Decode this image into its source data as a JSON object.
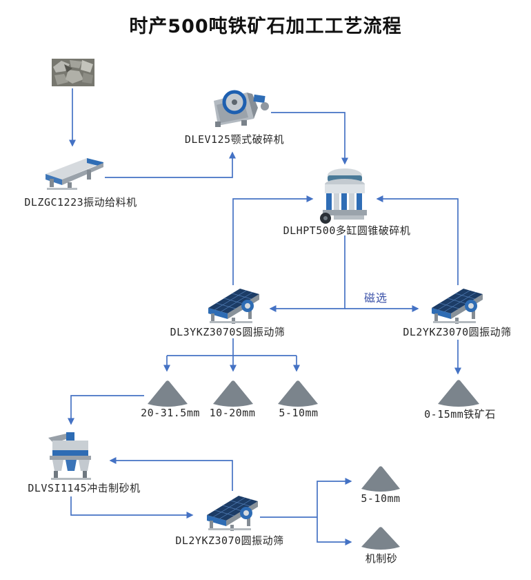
{
  "title": "时产500吨铁矿石加工工艺流程",
  "colors": {
    "accent": "#4472C4",
    "magnetic": "#3B52A8",
    "pile": "#7B848C",
    "label": "#262626"
  },
  "labels": {
    "magnetic_separation": "磁选"
  },
  "machines": {
    "feeder": {
      "label": "DLZGC1223振动给料机"
    },
    "jaw_crusher": {
      "label": "DLEV125颚式破碎机"
    },
    "cone_crusher": {
      "label": "DLHPT500多缸圆锥破碎机"
    },
    "screen_left": {
      "label": "DL3YKZ3070S圆振动筛"
    },
    "screen_right": {
      "label": "DL2YKZ3070圆振动筛"
    },
    "sand_maker": {
      "label": "DLVSI1145冲击制砂机"
    },
    "screen_bottom": {
      "label": "DL2YKZ3070圆振动筛"
    }
  },
  "products": {
    "p20_31_5": {
      "label": "20-31.5mm"
    },
    "p10_20": {
      "label": "10-20mm"
    },
    "p5_10": {
      "label": "5-10mm"
    },
    "iron_0_15": {
      "label": "0-15mm铁矿石"
    },
    "sand_5_10": {
      "label": "5-10mm"
    },
    "sand": {
      "label": "机制砂"
    }
  }
}
